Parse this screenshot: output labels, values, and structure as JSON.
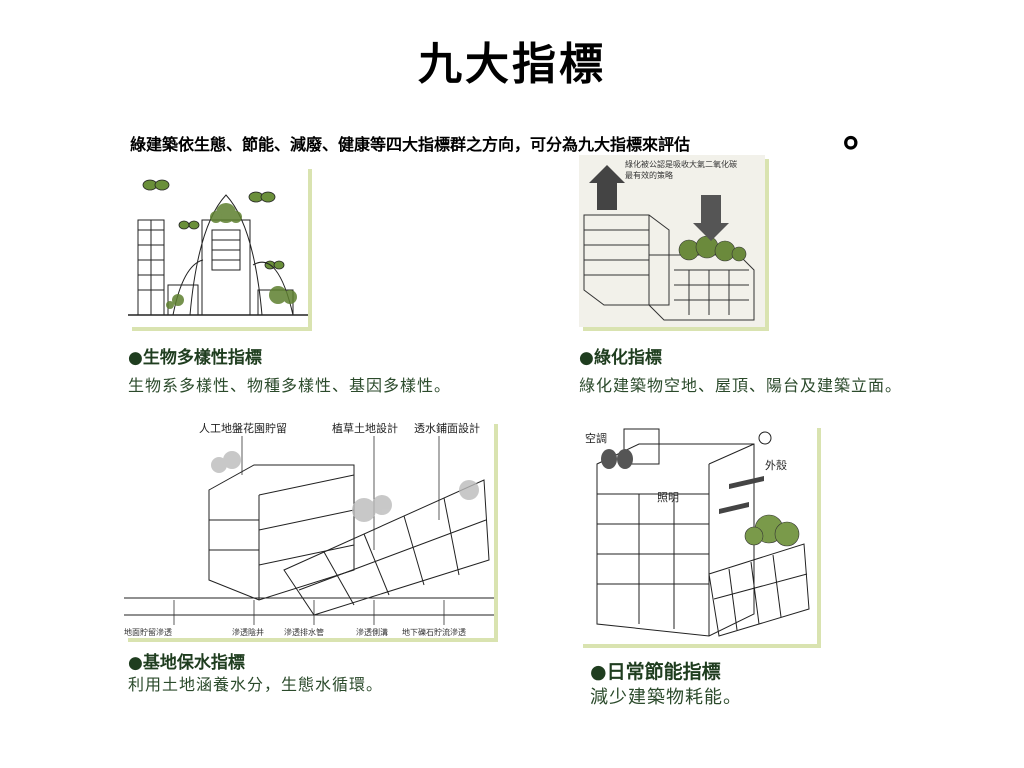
{
  "title": "九大指標",
  "intro": "綠建築依生態、節能、減廢、健康等四大指標群之方向，可分為九大指標來評估",
  "intro_trail": "。",
  "indicators": [
    {
      "bullet": "●",
      "heading": "生物多樣性指標",
      "desc": "生物系多樣性、物種多樣性、基因多樣性。"
    },
    {
      "bullet": "●",
      "heading": "綠化指標",
      "desc": "綠化建築物空地、屋頂、陽台及建築立面。"
    },
    {
      "bullet": "●",
      "heading": "基地保水指標",
      "desc": "利用土地涵養水分，生態水循環。"
    },
    {
      "bullet": "●",
      "heading": "日常節能指標",
      "desc": "減少建築物耗能。"
    }
  ],
  "figures": {
    "greening": {
      "caption_line1": "綠化被公認是吸收大氣二氧化碳",
      "caption_line2": "最有效的策略"
    },
    "water": {
      "top_labels": [
        "人工地盤花園貯留",
        "植草土地設計",
        "透水鋪面設計"
      ],
      "bottom_labels": [
        "地面貯留滲透",
        "滲透陰井",
        "滲透排水管",
        "滲透側溝",
        "地下礫石貯流滲透"
      ]
    },
    "energy": {
      "label_ac": "空調",
      "label_shell": "外殼",
      "label_light": "照明"
    }
  }
}
